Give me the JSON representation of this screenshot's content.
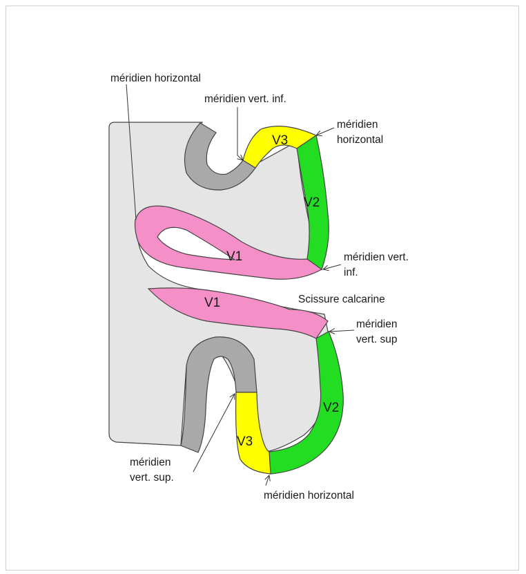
{
  "colors": {
    "tissue": "#e5e5e5",
    "v1": "#f58fc8",
    "v2": "#22dd22",
    "v3": "#ffff00",
    "other": "#a9a9a9",
    "outline": "#444444"
  },
  "areas": {
    "v1_upper": "V1",
    "v1_lower": "V1",
    "v2_upper": "V2",
    "v2_lower": "V2",
    "v3_upper": "V3",
    "v3_lower": "V3"
  },
  "labels": {
    "horiz_left": "méridien horizontal",
    "vert_inf_top": "méridien vert. inf.",
    "horiz_right_1": "méridien",
    "horiz_right_2": "horizontal",
    "vert_inf_mid_1": "méridien vert.",
    "vert_inf_mid_2": "inf.",
    "calcarine": "Scissure calcarine",
    "vert_sup_right_1": "méridien",
    "vert_sup_right_2": "vert. sup",
    "vert_sup_left_1": "méridien",
    "vert_sup_left_2": "vert. sup.",
    "horiz_bottom": "méridien horizontal"
  }
}
